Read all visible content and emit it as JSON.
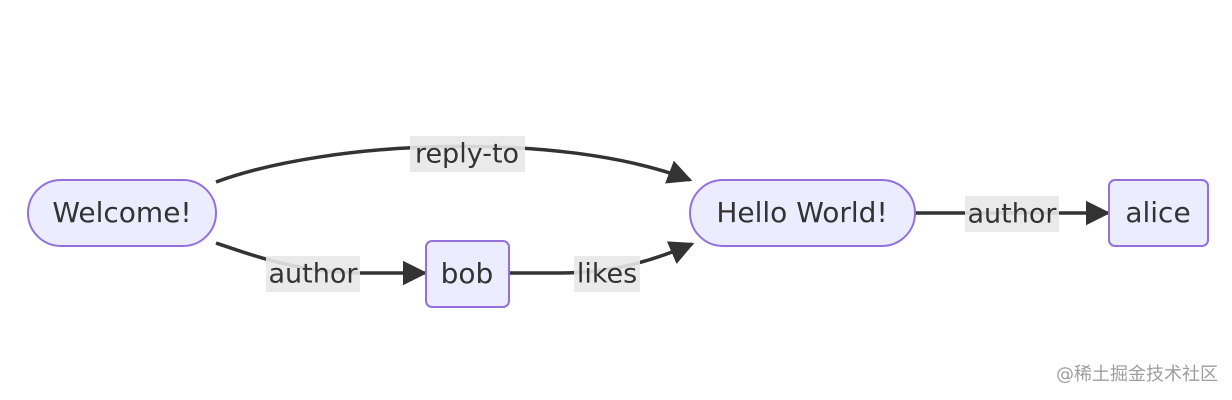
{
  "nodes": {
    "welcome": {
      "label": "Welcome!"
    },
    "hello": {
      "label": "Hello World!"
    },
    "bob": {
      "label": "bob"
    },
    "alice": {
      "label": "alice"
    }
  },
  "edges": {
    "reply_to": {
      "label": "reply-to"
    },
    "welcome_author": {
      "label": "author"
    },
    "likes": {
      "label": "likes"
    },
    "hello_author": {
      "label": "author"
    }
  },
  "colors": {
    "node_fill": "#ECECFF",
    "node_stroke": "#9370DB",
    "edge": "#333333",
    "edge_label_bg": "#e8e8e8"
  },
  "watermark": "@稀土掘金技术社区"
}
